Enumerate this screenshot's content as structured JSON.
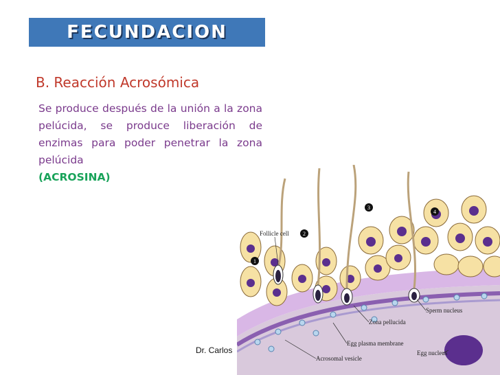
{
  "slide": {
    "title": "FECUNDACION",
    "subtitle": "B. Reacción Acrosómica",
    "body_text": "Se produce después de la unión a la zona pelúcida, se produce liberación de enzimas para poder penetrar la zona pelúcida",
    "highlight": "(ACROSINA)",
    "author": "Dr. Carlos"
  },
  "illustration": {
    "labels": {
      "follicle_cell": "Follicle cell",
      "zona_pellucida": "Zona pellucida",
      "egg_plasma_membrane": "Egg plasma membrane",
      "acrosomal_vesicle": "Acrosomal vesicle",
      "sperm_nucleus": "Sperm nucleus",
      "egg_nucleus": "Egg nucleus"
    },
    "steps": [
      "1",
      "2",
      "3",
      "4"
    ]
  },
  "colors": {
    "title_bg": "#3f78b8",
    "subtitle": "#c0392b",
    "body": "#7a3a8c",
    "highlight": "#19a35a",
    "cell_fill": "#f6e1a4",
    "nucleus": "#5b2f8e",
    "zona": "#d9b7e6"
  }
}
